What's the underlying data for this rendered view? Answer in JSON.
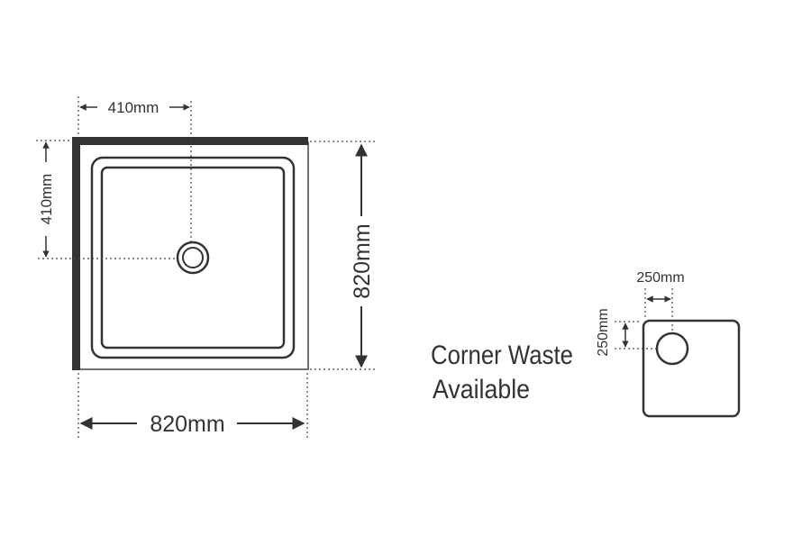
{
  "main_tray": {
    "top_offset_label": "410mm",
    "side_offset_label": "410mm",
    "height_label": "820mm",
    "width_label": "820mm"
  },
  "corner_option": {
    "title_line1": "Corner Waste",
    "title_line2": "Available",
    "x_offset_label": "250mm",
    "y_offset_label": "250mm"
  },
  "colors": {
    "line": "#333333",
    "wall": "#333333",
    "background": "#ffffff"
  }
}
